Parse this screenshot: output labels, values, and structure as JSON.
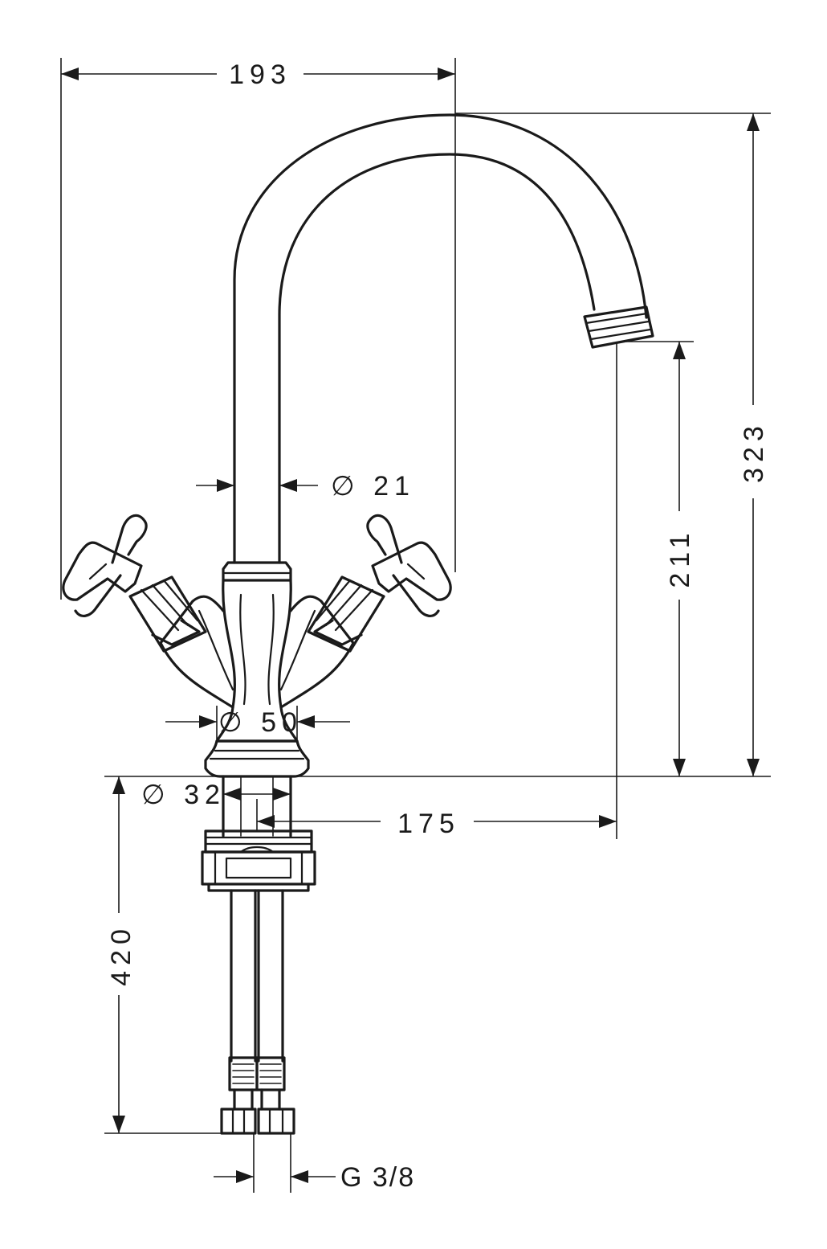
{
  "dimensions": {
    "overall_width": "193",
    "overall_height": "323",
    "spout_clearance": "211",
    "spout_reach": "175",
    "pipe_diameter": "∅ 21",
    "body_diameter": "∅ 50",
    "shank_diameter": "∅ 32",
    "hose_length": "420",
    "connection_thread": "G 3/8"
  }
}
